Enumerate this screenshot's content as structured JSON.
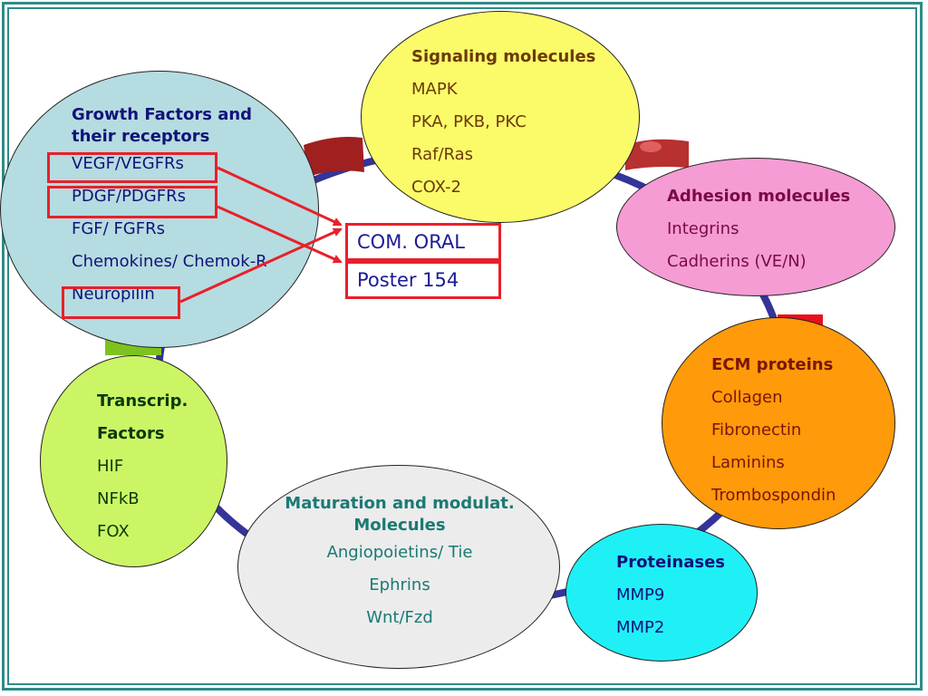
{
  "colors": {
    "frame": "#2e8b88",
    "highlight": "#e8202a",
    "growth_bg": "#b5dce0",
    "signaling_bg": "#fbfb6a",
    "adhesion_bg": "#f59cd4",
    "ecm_bg": "#ff9a0a",
    "proteinases_bg": "#1ff0f6",
    "maturation_bg": "#ececec",
    "transcrip_bg": "#ccf565"
  },
  "growth": {
    "title_1": "Growth Factors and",
    "title_2": "their receptors",
    "items": [
      "VEGF/VEGFRs",
      "PDGF/PDGFRs",
      "FGF/ FGFRs",
      "Chemokines/ Chemok-R",
      "Neuropilin"
    ]
  },
  "signaling": {
    "title": "Signaling molecules",
    "items": [
      "MAPK",
      "PKA, PKB, PKC",
      "Raf/Ras",
      "COX-2"
    ]
  },
  "adhesion": {
    "title": "Adhesion molecules",
    "items": [
      "Integrins",
      "Cadherins (VE/N)"
    ]
  },
  "ecm": {
    "title": "ECM proteins",
    "items": [
      "Collagen",
      "Fibronectin",
      "Laminins",
      "Trombospondin"
    ]
  },
  "proteinases": {
    "title": "Proteinases",
    "items": [
      "MMP9",
      "MMP2"
    ]
  },
  "maturation": {
    "title_1": "Maturation and modulat.",
    "title_2": "Molecules",
    "items": [
      "Angiopoietins/ Tie",
      "Ephrins",
      "Wnt/Fzd"
    ]
  },
  "transcrip": {
    "title_1": "Transcrip.",
    "title_2": "Factors",
    "items": [
      "HIF",
      "NFkB",
      "FOX"
    ]
  },
  "callouts": {
    "com_oral": "COM. ORAL",
    "poster": "Poster 154"
  }
}
